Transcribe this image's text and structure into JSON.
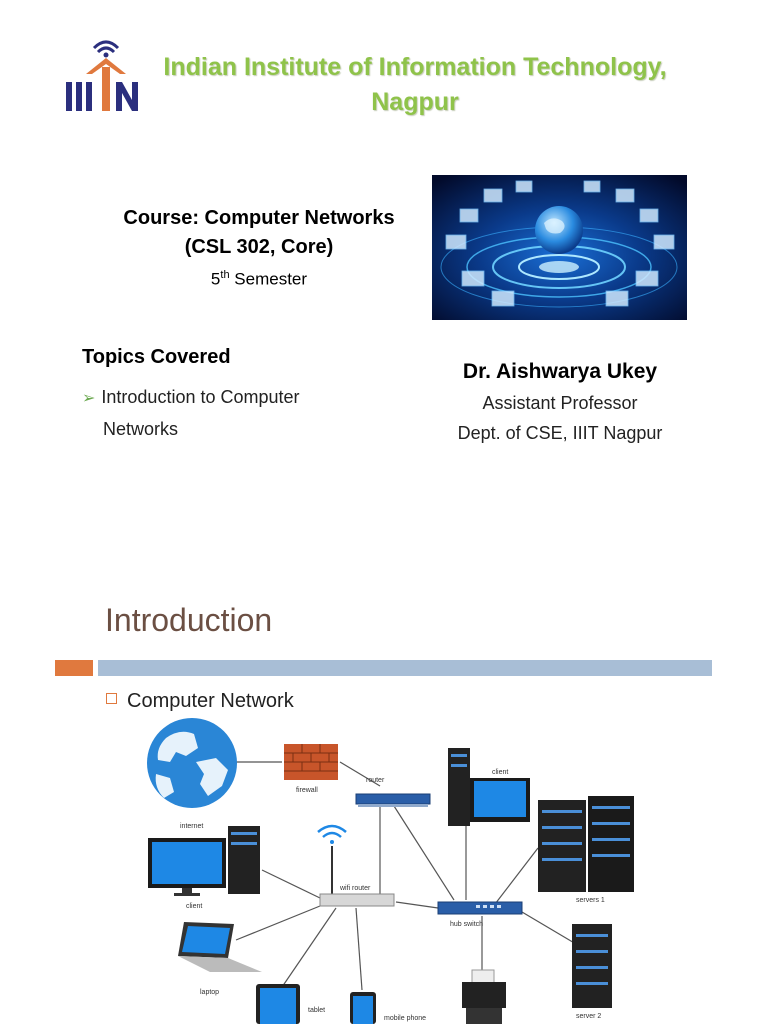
{
  "slide1": {
    "institute_title": "Indian Institute of Information Technology, Nagpur",
    "logo_text": "IIITN",
    "course_title": "Course: Computer Networks",
    "course_code": "(CSL 302, Core)",
    "semester_number": "5",
    "semester_sup": "th",
    "semester_word": " Semester",
    "topics_heading": "Topics Covered",
    "topic_line1": "Introduction to Computer",
    "topic_line2": "Networks",
    "professor_name": "Dr. Aishwarya Ukey",
    "professor_title": "Assistant Professor",
    "professor_dept": "Dept. of CSE, IIIT Nagpur"
  },
  "slide2": {
    "heading": "Introduction",
    "bullet": "Computer Network",
    "diagram_labels": {
      "firewall": "firewall",
      "router": "router",
      "client_top": "client",
      "internet": "internet",
      "wifi_router": "wifi router",
      "client_left": "client",
      "servers_1": "servers 1",
      "hub_switch": "hub switch",
      "laptop": "laptop",
      "tablet": "tablet",
      "mobile_phone": "mobile phone",
      "server_2": "server 2"
    }
  },
  "colors": {
    "title_green": "#8fc34a",
    "heading_brown": "#6b4f43",
    "accent_orange": "#e0793e",
    "accent_blue": "#a8bed6",
    "logo_navy": "#2b2f7e",
    "logo_orange": "#e0793e"
  }
}
